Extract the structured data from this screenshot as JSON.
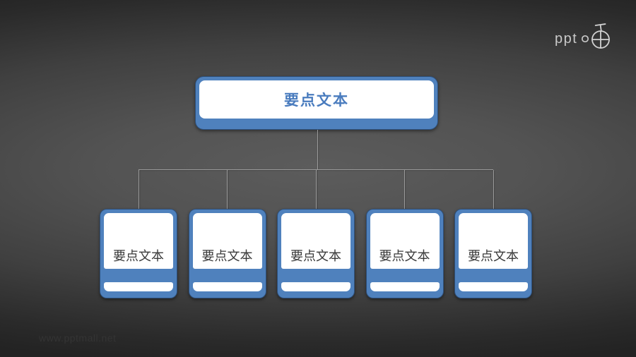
{
  "logo": {
    "text": "ppt",
    "icon": "stopwatch-icon"
  },
  "watermark": {
    "text": "www.pptmall.net"
  },
  "tree": {
    "root": {
      "label": "要点文本"
    },
    "children": [
      {
        "label": "要点文本"
      },
      {
        "label": "要点文本"
      },
      {
        "label": "要点文本"
      },
      {
        "label": "要点文本"
      },
      {
        "label": "要点文本"
      }
    ]
  },
  "colors": {
    "accent_blue": "#4f81bd",
    "root_text_blue": "#4a7cbe",
    "child_text": "#3a3a3a",
    "connector_line": "#9a9a9a",
    "card_white": "#ffffff",
    "background_center": "#5c5c5c",
    "background_edge": "#232323"
  }
}
